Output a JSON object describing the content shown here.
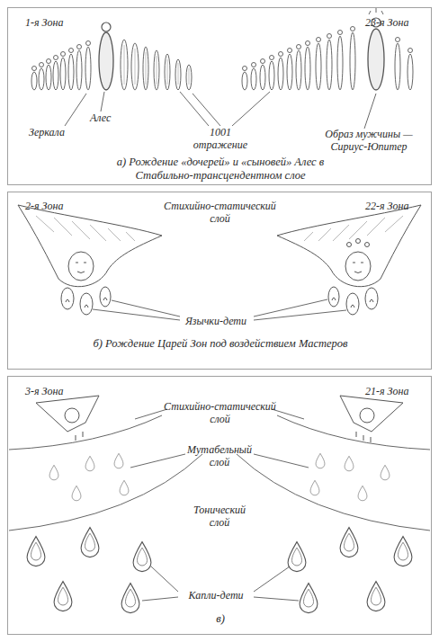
{
  "diagram": {
    "nodes": [
      {
        "text": [
          "а) Рождение «дочерей» и «сыновей» Алес в Стабильно-трансцендентном слое"
        ]
      },
      {
        "text": [
          "б) Рождение Царей Зон под воздействием Мастеров"
        ]
      },
      {
        "text": [
          "в)"
        ]
      }
    ],
    "labels": [
      "1-я Зона",
      "23-я Зона",
      "Зеркала",
      "Алес",
      "1001 отражение",
      "Образ мужчины — Сириус-Юпитер",
      "2-я Зона",
      "Стихийно-статический слой",
      "22-я Зона",
      "Язычки-дети",
      "3-я Зона",
      "Стихийно-статический слой",
      "21-я Зона",
      "Мутабельный слой",
      "Тонический слой",
      "Капли-дети"
    ]
  }
}
